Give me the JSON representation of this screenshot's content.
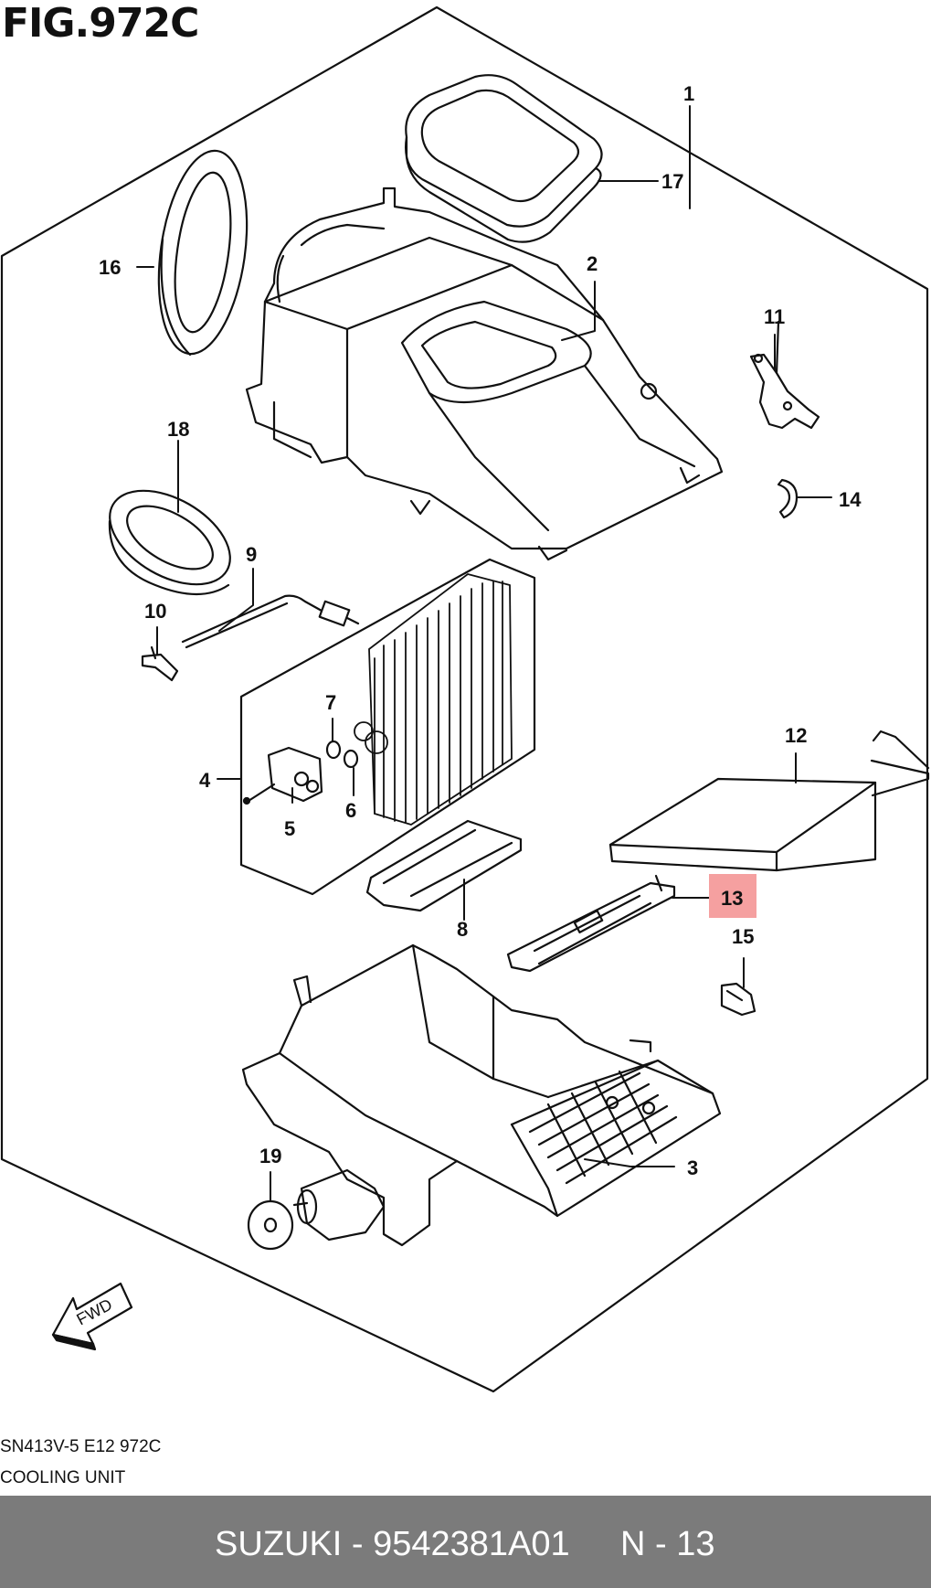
{
  "figure": {
    "title": "FIG.972C"
  },
  "callouts": [
    "1",
    "2",
    "3",
    "4",
    "5",
    "6",
    "7",
    "8",
    "9",
    "10",
    "11",
    "12",
    "13",
    "14",
    "15",
    "16",
    "17",
    "18",
    "19"
  ],
  "highlighted_callout": "13",
  "highlight_color": "#f5a0a0",
  "fwd_label": "FWD",
  "diagram_code": "SN413V-5 E12 972C",
  "diagram_name": "COOLING UNIT",
  "footer": {
    "part": "SUZUKI - 9542381A01",
    "ref": "N - 13",
    "background": "#7b7b7b"
  }
}
